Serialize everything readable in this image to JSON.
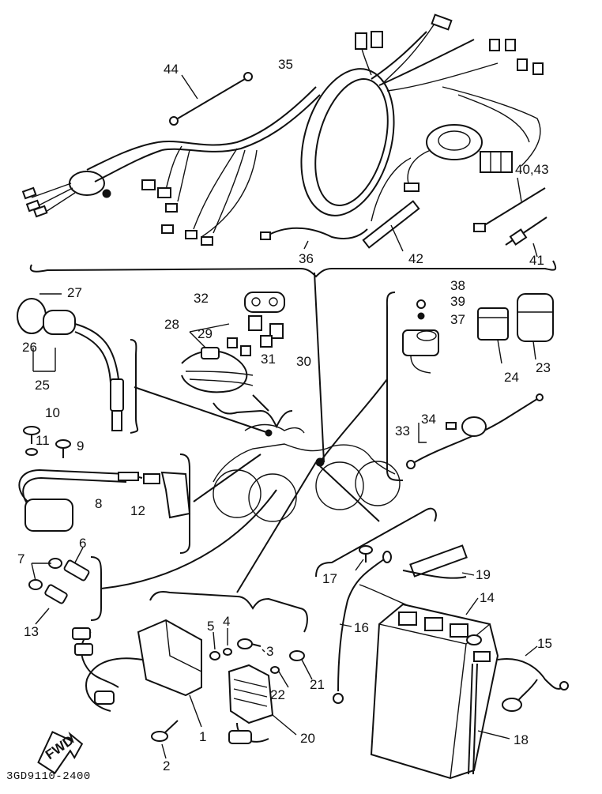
{
  "diagram_code": "3GD9110-2400",
  "fwd_label": "FWD",
  "callouts": {
    "c1": "1",
    "c2": "2",
    "c3": "3",
    "c4": "4",
    "c5": "5",
    "c6": "6",
    "c7": "7",
    "c8": "8",
    "c9": "9",
    "c10": "10",
    "c11": "11",
    "c12": "12",
    "c13": "13",
    "c14": "14",
    "c15": "15",
    "c16": "16",
    "c17": "17",
    "c18": "18",
    "c19": "19",
    "c20": "20",
    "c21": "21",
    "c22": "22",
    "c23": "23",
    "c24": "24",
    "c25": "25",
    "c26": "26",
    "c27": "27",
    "c28": "28",
    "c29": "29",
    "c30": "30",
    "c31": "31",
    "c32": "32",
    "c33": "33",
    "c34": "34",
    "c35": "35",
    "c36": "36",
    "c37": "37",
    "c38": "38",
    "c39": "39",
    "c40_43": "40,43",
    "c41": "41",
    "c42": "42",
    "c44": "44"
  },
  "colors": {
    "ink": "#111111",
    "paper": "#ffffff"
  }
}
